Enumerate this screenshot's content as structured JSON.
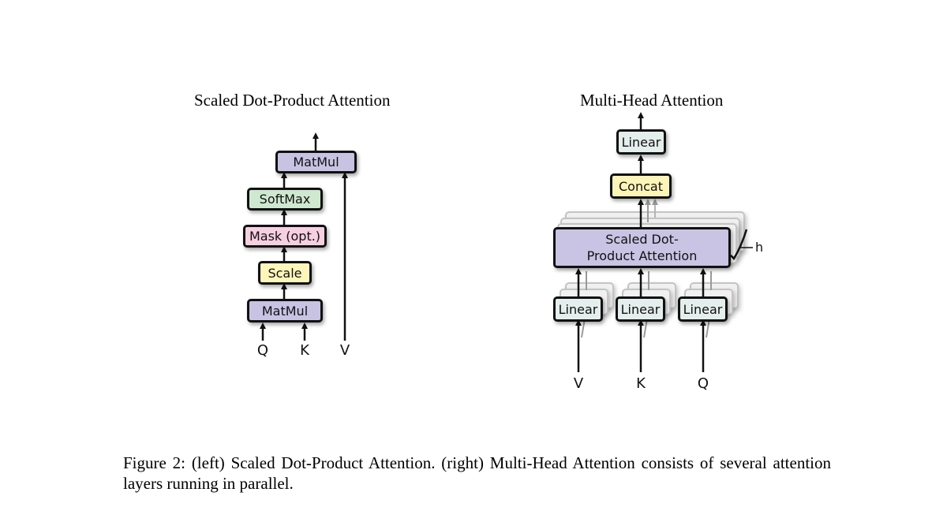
{
  "left": {
    "title": "Scaled Dot-Product Attention",
    "blocks": {
      "matmul_top": "MatMul",
      "softmax": "SoftMax",
      "mask": "Mask (opt.)",
      "scale": "Scale",
      "matmul_bottom": "MatMul"
    },
    "inputs": {
      "q": "Q",
      "k": "K",
      "v": "V"
    }
  },
  "right": {
    "title": "Multi-Head Attention",
    "blocks": {
      "linear_top": "Linear",
      "concat": "Concat",
      "attention": "Scaled Dot-Product Attention",
      "linear_v": "Linear",
      "linear_k": "Linear",
      "linear_q": "Linear"
    },
    "head_label": "h",
    "inputs": {
      "v": "V",
      "k": "K",
      "q": "Q"
    }
  },
  "caption": "Figure 2: (left) Scaled Dot-Product Attention. (right) Multi-Head Attention consists of several attention layers running in parallel.",
  "colors": {
    "matmul": "#c8c3e3",
    "softmax": "#cfe9d0",
    "mask": "#f6cfe0",
    "scale": "#fdf6bb",
    "linear": "#e4eeec",
    "concat": "#fdf4b8",
    "attention": "#c9c3e4"
  }
}
